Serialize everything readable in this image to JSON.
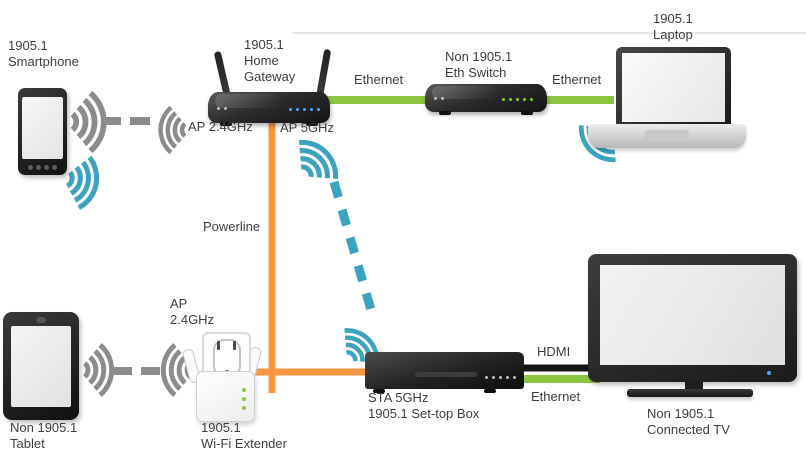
{
  "diagram_type": "network-topology",
  "labels": {
    "smartphone": [
      "1905.1",
      "Smartphone"
    ],
    "home_gateway": [
      "1905.1",
      "Home",
      "Gateway"
    ],
    "ap_24ghz_gateway": "AP 2.4GHz",
    "ap_5ghz": "AP 5GHz",
    "ethernet_gw_switch": "Ethernet",
    "eth_switch": [
      "Non 1905.1",
      "Eth Switch"
    ],
    "ethernet_switch_laptop": "Ethernet",
    "laptop": [
      "1905.1",
      "Laptop"
    ],
    "powerline": "Powerline",
    "ap_24ghz_extender": [
      "AP",
      "2.4GHz"
    ],
    "tablet": [
      "Non 1905.1",
      "Tablet"
    ],
    "wifi_extender": [
      "1905.1",
      "Wi-Fi Extender"
    ],
    "set_top_box": [
      "STA 5GHz",
      "1905.1 Set-top Box"
    ],
    "hdmi": "HDMI",
    "ethernet_stb_tv": "Ethernet",
    "connected_tv": [
      "Non 1905.1",
      "Connected TV"
    ]
  },
  "links": [
    {
      "from": "1905.1 Smartphone",
      "to": "1905.1 Home Gateway",
      "medium": "Wi-Fi 2.4GHz",
      "label": "AP 2.4GHz",
      "style": "gray-dashed"
    },
    {
      "from": "1905.1 Home Gateway",
      "to": "Non 1905.1 Eth Switch",
      "medium": "Ethernet",
      "label": "Ethernet",
      "style": "green-solid"
    },
    {
      "from": "Non 1905.1 Eth Switch",
      "to": "1905.1 Laptop",
      "medium": "Ethernet",
      "label": "Ethernet",
      "style": "green-solid"
    },
    {
      "from": "1905.1 Home Gateway",
      "to": "1905.1 Wi-Fi Extender",
      "medium": "Powerline",
      "label": "Powerline",
      "style": "orange-solid"
    },
    {
      "from": "1905.1 Wi-Fi Extender",
      "to": "1905.1 Set-top Box",
      "medium": "Powerline",
      "label": "",
      "style": "orange-solid"
    },
    {
      "from": "1905.1 Home Gateway",
      "to": "1905.1 Set-top Box",
      "medium": "Wi-Fi 5GHz",
      "label": "AP 5GHz / STA 5GHz",
      "style": "teal-dashed"
    },
    {
      "from": "Non 1905.1 Tablet",
      "to": "1905.1 Wi-Fi Extender",
      "medium": "Wi-Fi 2.4GHz",
      "label": "AP 2.4GHz",
      "style": "gray-dashed"
    },
    {
      "from": "1905.1 Set-top Box",
      "to": "Non 1905.1 Connected TV",
      "medium": "HDMI",
      "label": "HDMI",
      "style": "black-solid"
    },
    {
      "from": "1905.1 Set-top Box",
      "to": "Non 1905.1 Connected TV",
      "medium": "Ethernet",
      "label": "Ethernet",
      "style": "green-solid"
    }
  ],
  "colors": {
    "ethernet_green": "#8CC640",
    "powerline_orange": "#F79640",
    "wifi_5ghz_teal": "#3BA3BF",
    "wifi_24ghz_gray": "#8C8C8C",
    "hdmi_black": "#151515",
    "label_text": "#3D3D3D"
  }
}
